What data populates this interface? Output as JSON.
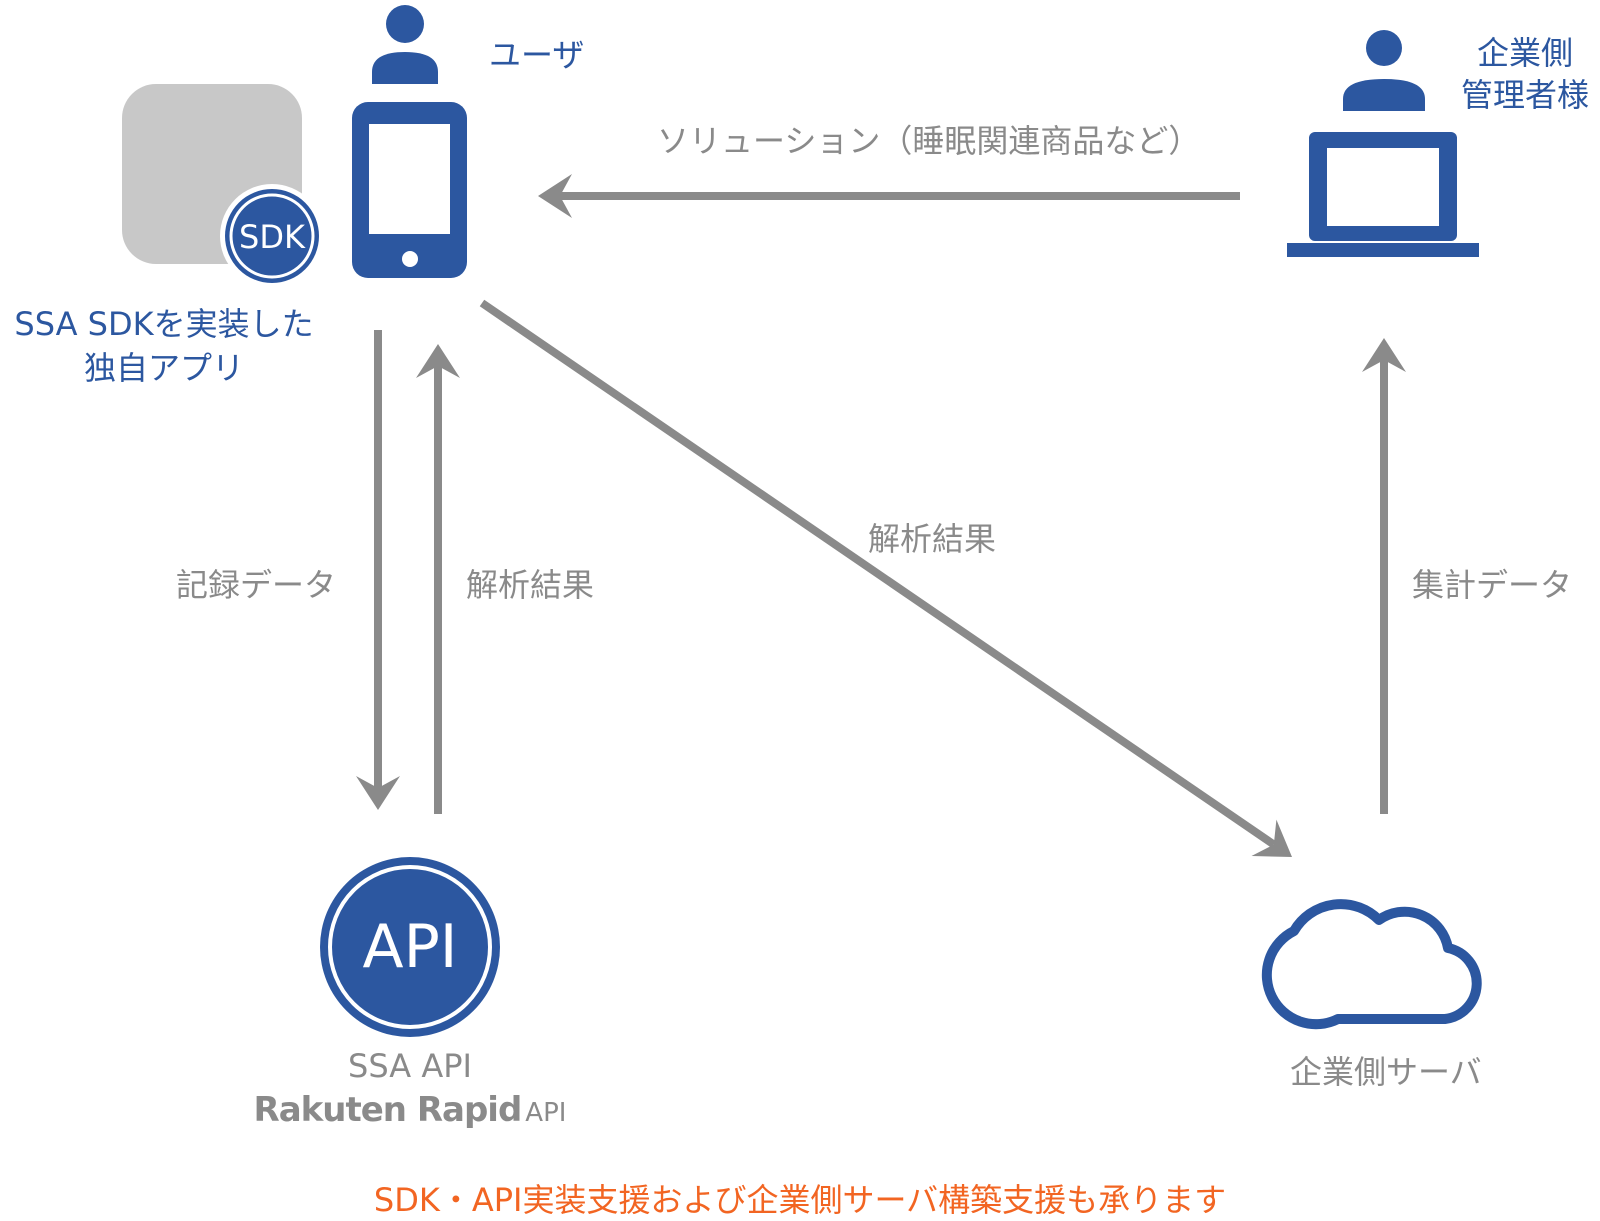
{
  "nodes": {
    "user": {
      "label": "ユーザ"
    },
    "app": {
      "badge": "SDK",
      "label_line1": "SSA SDKを実装した",
      "label_line2": "独自アプリ"
    },
    "admin": {
      "label_line1": "企業側",
      "label_line2": "管理者様"
    },
    "api": {
      "badge": "API",
      "label": "SSA API",
      "logo_text_main": "Rakuten Rapid",
      "logo_text_suffix": "API"
    },
    "server": {
      "label": "企業側サーバ"
    }
  },
  "edges": {
    "solution": "ソリューション（睡眠関連商品など）",
    "record": "記録データ",
    "result_up": "解析結果",
    "result_diag": "解析結果",
    "aggregate": "集計データ"
  },
  "footer": "SDK・API実装支援および企業側サーバ構築支援も承ります",
  "colors": {
    "primary_blue": "#2c57a0",
    "arrow_gray": "#8a8a8a",
    "app_tile_gray": "#c8c8c8",
    "footer_orange": "#f26522"
  }
}
